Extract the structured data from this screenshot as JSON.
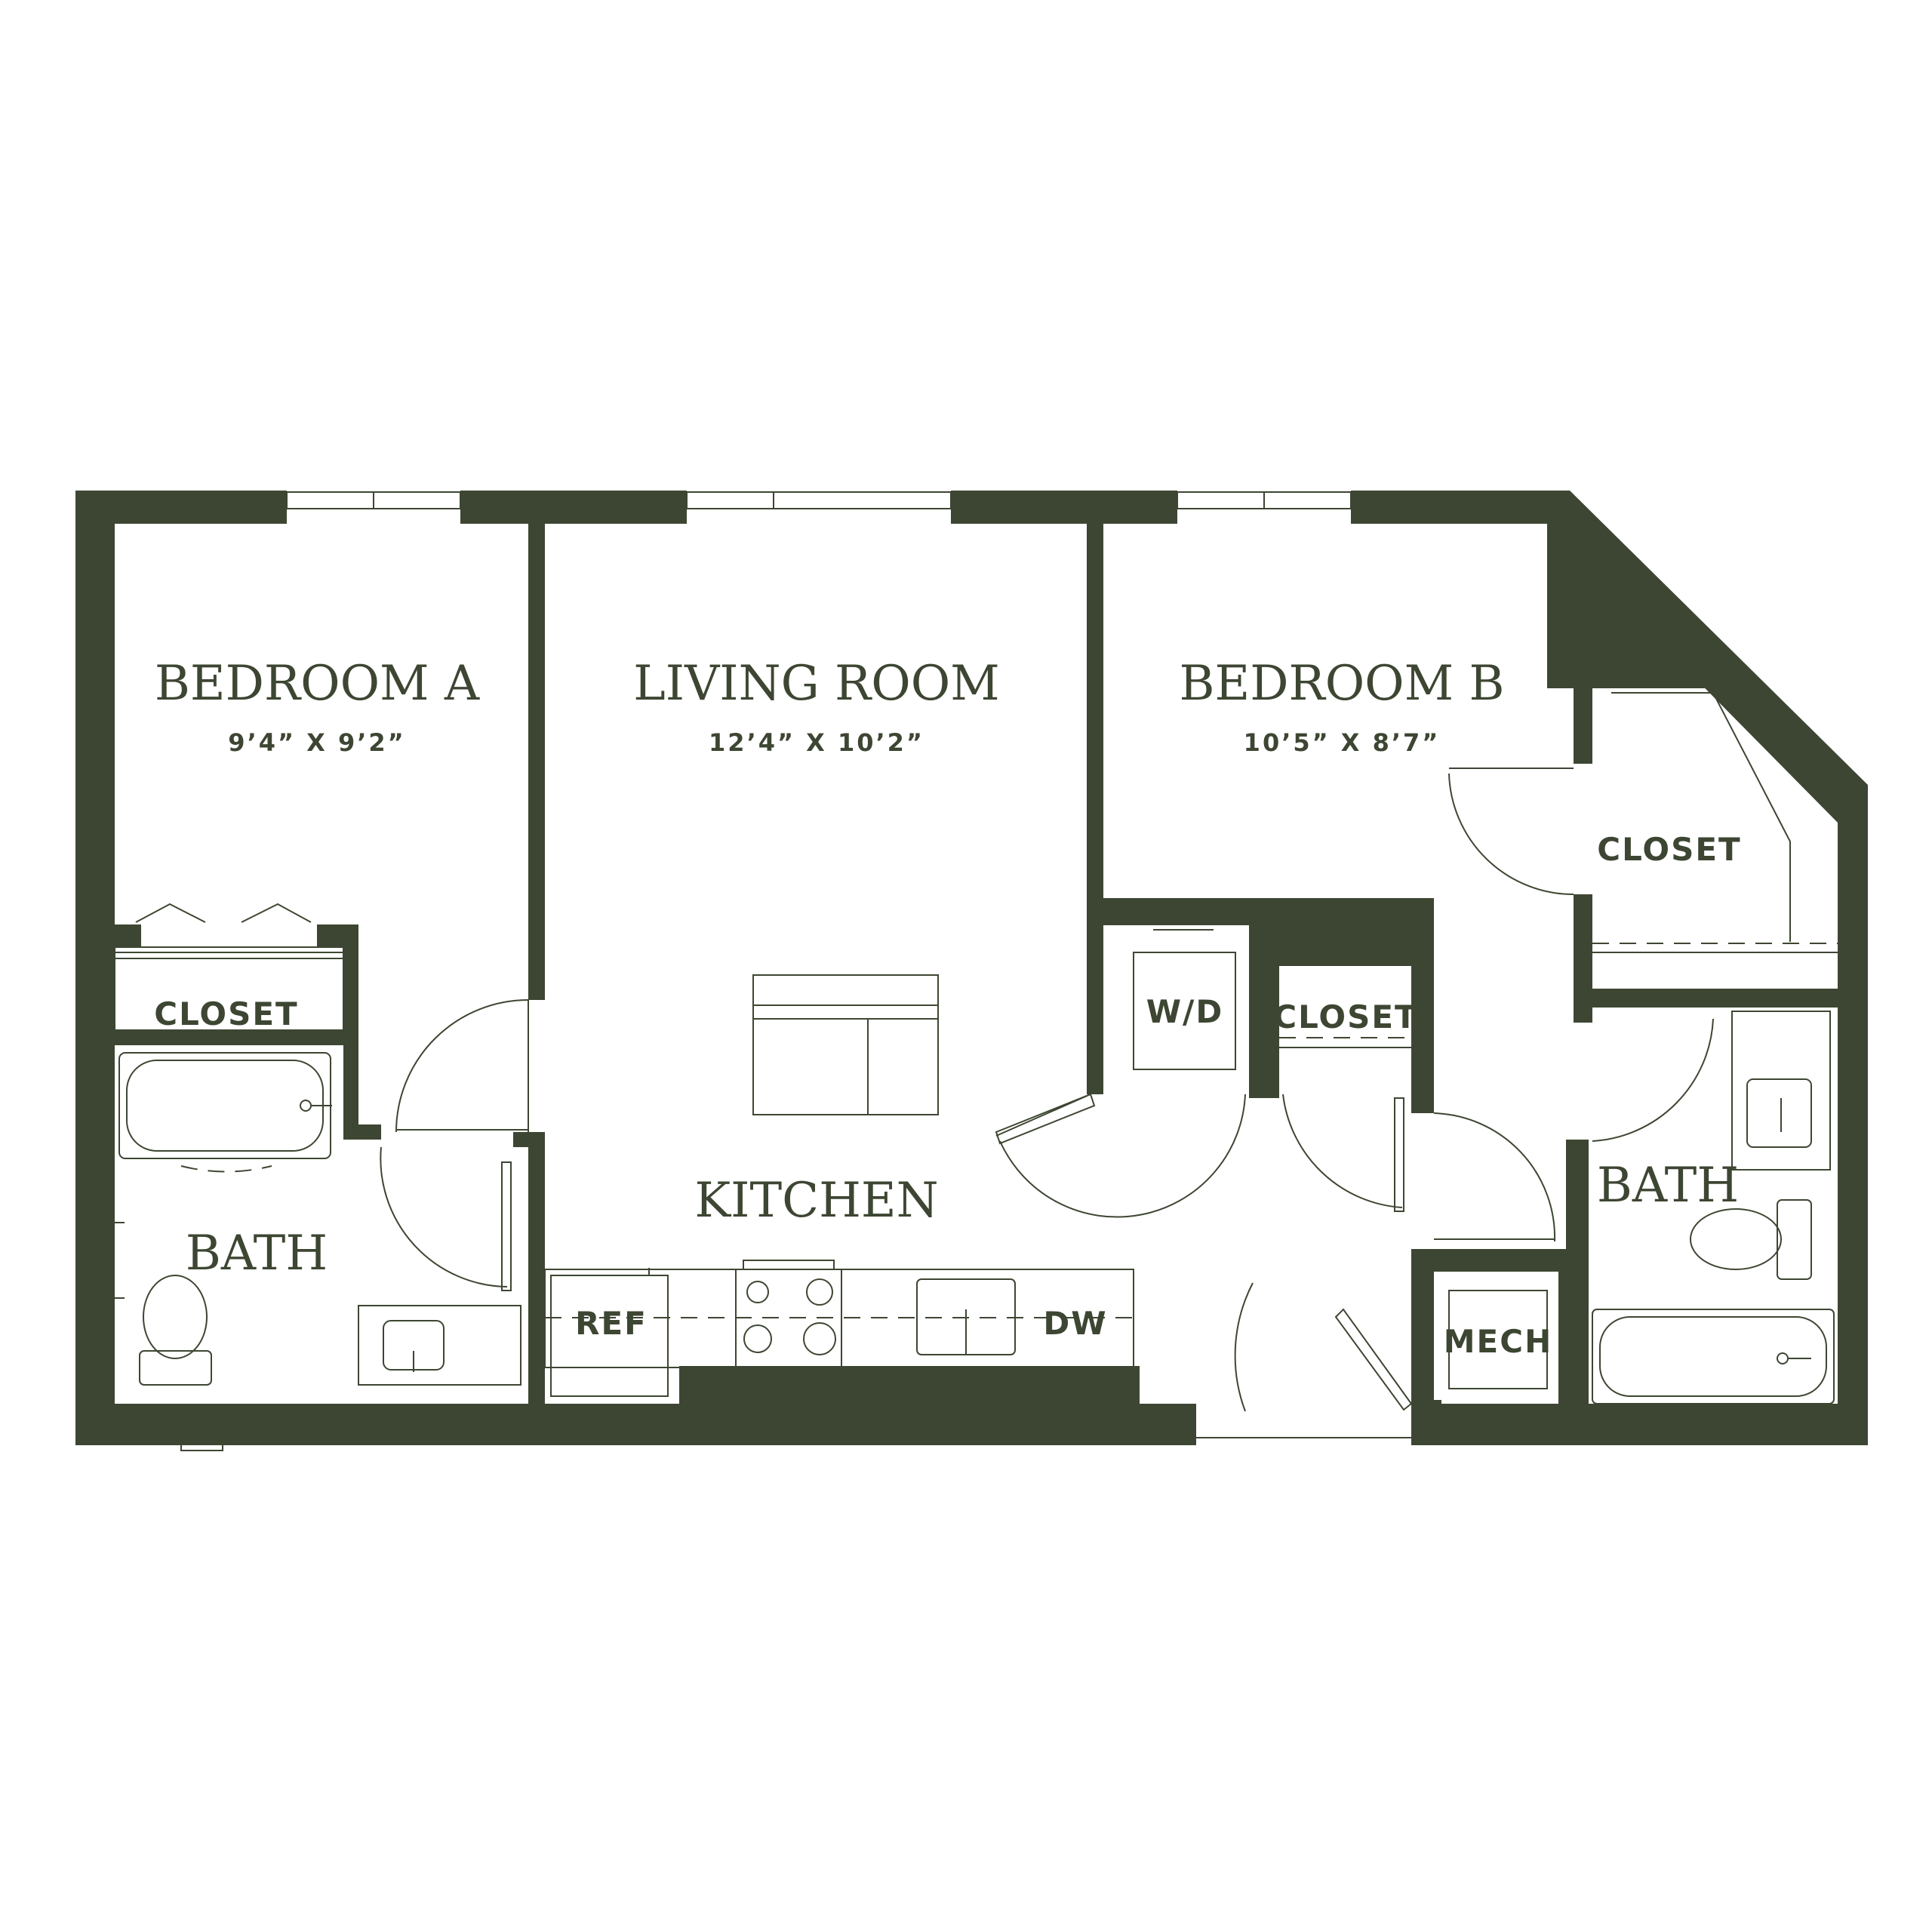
{
  "colors": {
    "wall": "#3d4632",
    "background": "#ffffff"
  },
  "rooms": {
    "bedroom_a": {
      "name": "BEDROOM A",
      "dimensions": "9’4” X 9’2”"
    },
    "living_room": {
      "name": "LIVING ROOM",
      "dimensions": "12’4” X 10’2”"
    },
    "bedroom_b": {
      "name": "BEDROOM B",
      "dimensions": "10’5” X 8’7”"
    },
    "kitchen": {
      "name": "KITCHEN"
    },
    "bath_a": {
      "name": "BATH"
    },
    "bath_b": {
      "name": "BATH"
    },
    "closet_a": {
      "name": "CLOSET"
    },
    "closet_hall": {
      "name": "CLOSET"
    },
    "closet_b": {
      "name": "CLOSET"
    }
  },
  "fixtures": {
    "washer_dryer": "W/D",
    "mechanical": "MECH",
    "refrigerator": "REF",
    "dishwasher": "DW"
  }
}
